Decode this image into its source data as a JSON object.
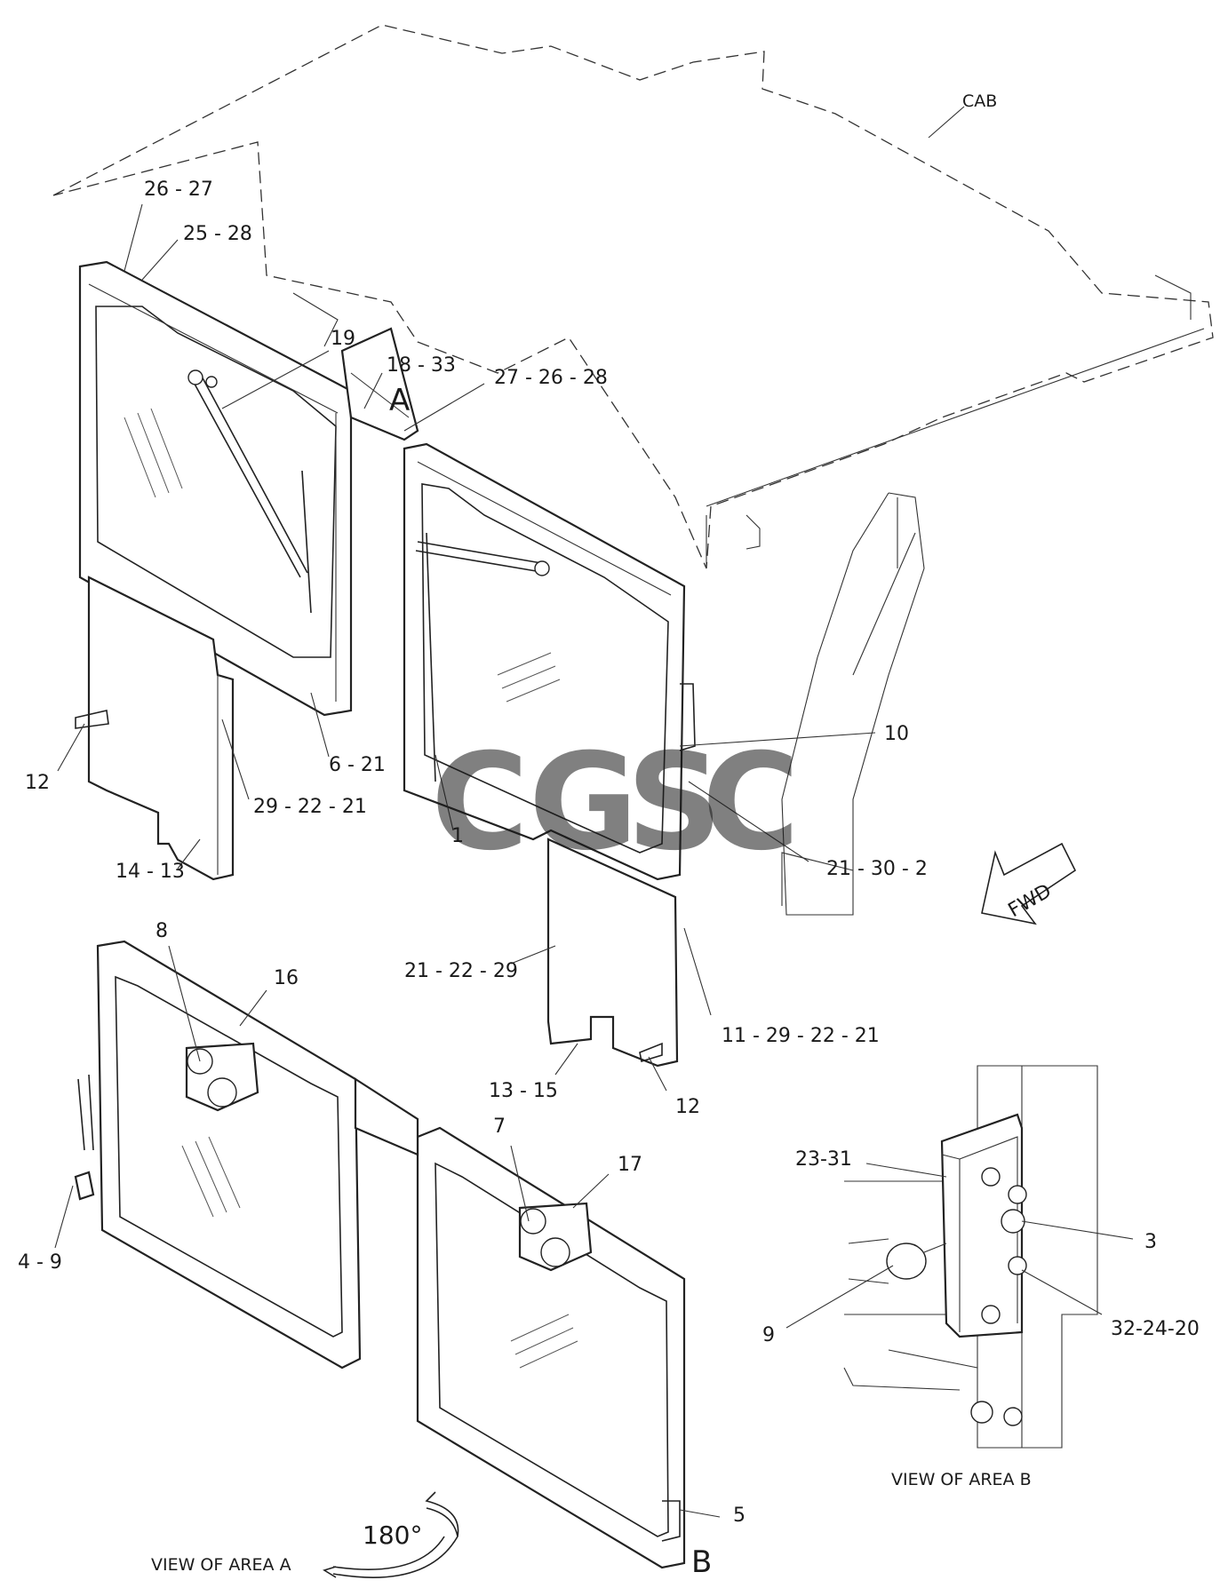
{
  "labels": {
    "cab": "CAB",
    "l_26_27": "26 - 27",
    "l_25_28": "25 - 28",
    "l_19": "19",
    "l_18_33": "18 - 33",
    "l_A": "A",
    "l_27_26_28": "27 - 26 - 28",
    "l_10": "10",
    "l_12_left": "12",
    "l_6_21": "6 - 21",
    "l_29_22_21": "29 - 22 - 21",
    "l_1": "1",
    "l_14_13": "14 - 13",
    "l_21_30_2": "21 - 30 - 2",
    "l_fwd": "FWD",
    "l_8": "8",
    "l_16": "16",
    "l_21_22_29": "21 - 22 - 29",
    "l_11_29_22_21": "11 - 29 - 22 - 21",
    "l_13_15": "13 - 15",
    "l_12_right": "12",
    "l_7": "7",
    "l_17": "17",
    "l_23_31": "23-31",
    "l_3": "3",
    "l_4_9": "4 - 9",
    "l_9": "9",
    "l_32_24_20": "32-24-20",
    "l_view_b": "VIEW OF AREA  B",
    "l_180": "180°",
    "l_5": "5",
    "l_B": "B",
    "l_view_a": "VIEW OF AREA  A"
  },
  "watermark": {
    "letters": [
      "C",
      "G",
      "S",
      "C"
    ],
    "colors": [
      "#4a86f0",
      "#ef6b6b",
      "#f2c94c",
      "#5bbf8f"
    ]
  }
}
